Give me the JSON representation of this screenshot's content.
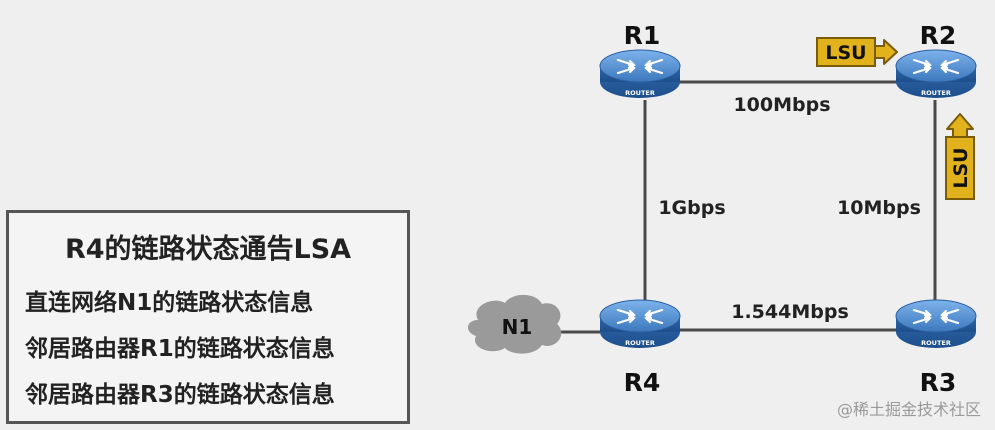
{
  "routers": [
    {
      "label": "R1",
      "badge": "ROUTER"
    },
    {
      "label": "R2",
      "badge": "ROUTER"
    },
    {
      "label": "R3",
      "badge": "ROUTER"
    },
    {
      "label": "R4",
      "badge": "ROUTER"
    }
  ],
  "links": [
    {
      "from": "R1",
      "to": "R2",
      "bandwidth": "100Mbps"
    },
    {
      "from": "R1",
      "to": "R4",
      "bandwidth": "1Gbps"
    },
    {
      "from": "R2",
      "to": "R3",
      "bandwidth": "10Mbps"
    },
    {
      "from": "R4",
      "to": "R3",
      "bandwidth": "1.544Mbps"
    }
  ],
  "network": {
    "label": "N1"
  },
  "lsu_tags": [
    "LSU",
    "LSU"
  ],
  "lsa_box": {
    "title": "R4的链路状态通告LSA",
    "lines": [
      "直连网络N1的链路状态信息",
      "邻居路由器R1的链路状态信息",
      "邻居路由器R3的链路状态信息"
    ]
  },
  "watermark": "@稀土掘金技术社区",
  "colors": {
    "router_body": "#3f7fc4",
    "router_top": "#6aa7e6",
    "lsu_fill": "#e2b21c",
    "cloud": "#9a9a9a",
    "link": "#4a4a4a"
  }
}
